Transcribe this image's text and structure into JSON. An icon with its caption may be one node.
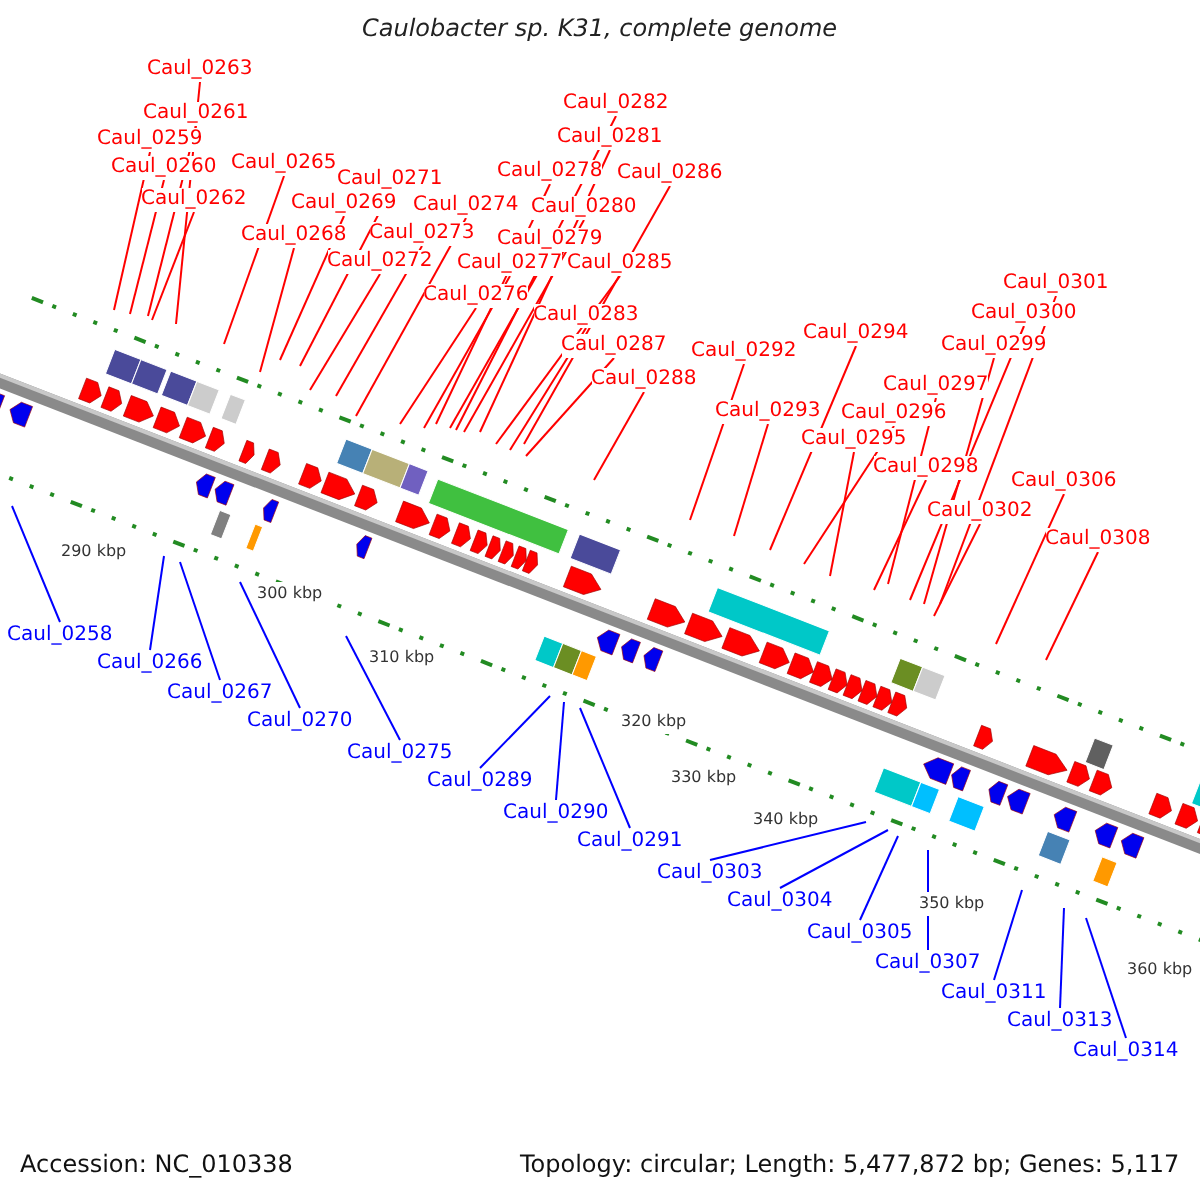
{
  "diagram": {
    "title": "Caulobacter sp. K31, complete genome",
    "nodes": [
      {
        "text": [
          "Caul_0263"
        ]
      },
      {
        "text": [
          "Caul_0261"
        ]
      },
      {
        "text": [
          "Caul_0259"
        ]
      },
      {
        "text": [
          "Caul_0260"
        ]
      },
      {
        "text": [
          "Caul_0262"
        ]
      },
      {
        "text": [
          "Caul_0265"
        ]
      },
      {
        "text": [
          "Caul_0271"
        ]
      },
      {
        "text": [
          "Caul_0269"
        ]
      },
      {
        "text": [
          "Caul_0268"
        ]
      },
      {
        "text": [
          "Caul_0274"
        ]
      },
      {
        "text": [
          "Caul_0273"
        ]
      },
      {
        "text": [
          "Caul_0272"
        ]
      },
      {
        "text": [
          "Caul_0282"
        ]
      },
      {
        "text": [
          "Caul_0281"
        ]
      },
      {
        "text": [
          "Caul_0278"
        ]
      },
      {
        "text": [
          "Caul_0286"
        ]
      },
      {
        "text": [
          "Caul_0280"
        ]
      },
      {
        "text": [
          "Caul_0279"
        ]
      },
      {
        "text": [
          "Caul_0277"
        ]
      },
      {
        "text": [
          "Caul_0285"
        ]
      },
      {
        "text": [
          "Caul_0276"
        ]
      },
      {
        "text": [
          "Caul_0283"
        ]
      },
      {
        "text": [
          "Caul_0287"
        ]
      },
      {
        "text": [
          "Caul_0288"
        ]
      },
      {
        "text": [
          "Caul_0301"
        ]
      },
      {
        "text": [
          "Caul_0300"
        ]
      },
      {
        "text": [
          "Caul_0299"
        ]
      },
      {
        "text": [
          "Caul_0294"
        ]
      },
      {
        "text": [
          "Caul_0292"
        ]
      },
      {
        "text": [
          "Caul_0297"
        ]
      },
      {
        "text": [
          "Caul_0293"
        ]
      },
      {
        "text": [
          "Caul_0296"
        ]
      },
      {
        "text": [
          "Caul_0295"
        ]
      },
      {
        "text": [
          "Caul_0298"
        ]
      },
      {
        "text": [
          "Caul_0306"
        ]
      },
      {
        "text": [
          "Caul_0302"
        ]
      },
      {
        "text": [
          "Caul_0308"
        ]
      },
      {
        "text": [
          "Caul_0258"
        ]
      },
      {
        "text": [
          "Caul_0266"
        ]
      },
      {
        "text": [
          "Caul_0267"
        ]
      },
      {
        "text": [
          "Caul_0270"
        ]
      },
      {
        "text": [
          "Caul_0275"
        ]
      },
      {
        "text": [
          "Caul_0289"
        ]
      },
      {
        "text": [
          "Caul_0290"
        ]
      },
      {
        "text": [
          "Caul_0291"
        ]
      },
      {
        "text": [
          "Caul_0303"
        ]
      },
      {
        "text": [
          "Caul_0304"
        ]
      },
      {
        "text": [
          "Caul_0305"
        ]
      },
      {
        "text": [
          "Caul_0307"
        ]
      },
      {
        "text": [
          "Caul_0311"
        ]
      },
      {
        "text": [
          "Caul_0313"
        ]
      },
      {
        "text": [
          "Caul_0314"
        ]
      }
    ],
    "edges": [
      {
        "from": 0,
        "to": null,
        "arrow": "none"
      },
      {
        "from": 1,
        "to": null,
        "arrow": "none"
      },
      {
        "from": 2,
        "to": null,
        "arrow": "none"
      },
      {
        "from": 3,
        "to": null,
        "arrow": "none"
      },
      {
        "from": 4,
        "to": null,
        "arrow": "none"
      },
      {
        "from": 5,
        "to": null,
        "arrow": "none"
      },
      {
        "from": 6,
        "to": null,
        "arrow": "none"
      },
      {
        "from": 7,
        "to": null,
        "arrow": "none"
      },
      {
        "from": 8,
        "to": null,
        "arrow": "none"
      },
      {
        "from": 9,
        "to": null,
        "arrow": "none"
      },
      {
        "from": 10,
        "to": null,
        "arrow": "none"
      },
      {
        "from": 11,
        "to": null,
        "arrow": "none"
      },
      {
        "from": 12,
        "to": null,
        "arrow": "none"
      },
      {
        "from": 13,
        "to": null,
        "arrow": "none"
      },
      {
        "from": 14,
        "to": null,
        "arrow": "none"
      },
      {
        "from": 15,
        "to": null,
        "arrow": "none"
      },
      {
        "from": 16,
        "to": null,
        "arrow": "none"
      },
      {
        "from": 17,
        "to": null,
        "arrow": "none"
      },
      {
        "from": 18,
        "to": null,
        "arrow": "none"
      },
      {
        "from": 19,
        "to": null,
        "arrow": "none"
      },
      {
        "from": 20,
        "to": null,
        "arrow": "none"
      },
      {
        "from": 21,
        "to": null,
        "arrow": "none"
      },
      {
        "from": 22,
        "to": null,
        "arrow": "none"
      },
      {
        "from": 23,
        "to": null,
        "arrow": "none"
      },
      {
        "from": 24,
        "to": null,
        "arrow": "none"
      },
      {
        "from": 25,
        "to": null,
        "arrow": "none"
      },
      {
        "from": 26,
        "to": null,
        "arrow": "none"
      },
      {
        "from": 27,
        "to": null,
        "arrow": "none"
      },
      {
        "from": 28,
        "to": null,
        "arrow": "none"
      },
      {
        "from": 29,
        "to": null,
        "arrow": "none"
      },
      {
        "from": 30,
        "to": null,
        "arrow": "none"
      },
      {
        "from": 31,
        "to": null,
        "arrow": "none"
      },
      {
        "from": 32,
        "to": null,
        "arrow": "none"
      },
      {
        "from": 33,
        "to": null,
        "arrow": "none"
      },
      {
        "from": 34,
        "to": null,
        "arrow": "none"
      },
      {
        "from": 35,
        "to": null,
        "arrow": "none"
      },
      {
        "from": 36,
        "to": null,
        "arrow": "none"
      },
      {
        "from": 37,
        "to": null,
        "arrow": "none",
        "color": "#0000ff"
      },
      {
        "from": 38,
        "to": null,
        "arrow": "none",
        "color": "#0000ff"
      },
      {
        "from": 39,
        "to": null,
        "arrow": "none",
        "color": "#0000ff"
      },
      {
        "from": 40,
        "to": null,
        "arrow": "none",
        "color": "#0000ff"
      },
      {
        "from": 41,
        "to": null,
        "arrow": "none",
        "color": "#0000ff"
      },
      {
        "from": 42,
        "to": null,
        "arrow": "none",
        "color": "#0000ff"
      },
      {
        "from": 43,
        "to": null,
        "arrow": "none",
        "color": "#0000ff"
      },
      {
        "from": 44,
        "to": null,
        "arrow": "none",
        "color": "#0000ff"
      },
      {
        "from": 45,
        "to": null,
        "arrow": "none",
        "color": "#0000ff"
      },
      {
        "from": 46,
        "to": null,
        "arrow": "none",
        "color": "#0000ff"
      },
      {
        "from": 47,
        "to": null,
        "arrow": "none",
        "color": "#0000ff"
      },
      {
        "from": 48,
        "to": null,
        "arrow": "none",
        "color": "#0000ff"
      },
      {
        "from": 49,
        "to": null,
        "arrow": "none",
        "color": "#0000ff"
      },
      {
        "from": 50,
        "to": null,
        "arrow": "none",
        "color": "#0000ff"
      },
      {
        "from": 51,
        "to": null,
        "arrow": "none",
        "color": "#0000ff"
      }
    ],
    "labels": [
      "290 kbp",
      "300 kbp",
      "310 kbp",
      "320 kbp",
      "330 kbp",
      "340 kbp",
      "350 kbp",
      "360 kbp",
      "Accession: NC_010338",
      "Topology: circular; Length: 5,477,872 bp; Genes: 5,117"
    ]
  }
}
